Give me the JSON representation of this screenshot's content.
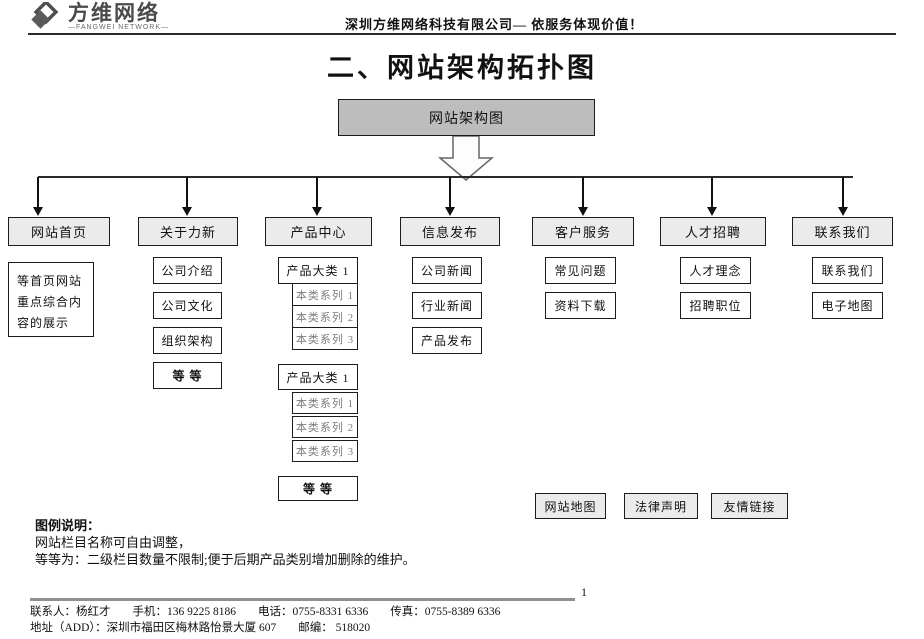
{
  "header": {
    "logo_name": "方维网络",
    "logo_tagline": "—FANGWEI NETWORK—",
    "slogan": "深圳方维网络科技有限公司— 依服务体现价值！"
  },
  "title": "二、网站架构拓扑图",
  "diagram": {
    "root": "网站架构图",
    "level2": {
      "home": "网站首页",
      "about": "关于力新",
      "products": "产品中心",
      "news": "信息发布",
      "service": "客户服务",
      "jobs": "人才招聘",
      "contact": "联系我们"
    },
    "home_note": "等首页网站重点综合内容的展示",
    "about_children": [
      "公司介绍",
      "公司文化",
      "组织架构"
    ],
    "about_etc": "等 等",
    "product_group1": {
      "label": "产品大类 1",
      "children": [
        "本类系列 1",
        "本类系列 2",
        "本类系列 3"
      ]
    },
    "product_group2": {
      "label": "产品大类 1",
      "children": [
        "本类系列 1",
        "本类系列 2",
        "本类系列 3"
      ]
    },
    "product_etc": "等 等",
    "news_children": [
      "公司新闻",
      "行业新闻",
      "产品发布"
    ],
    "service_children": [
      "常见问题",
      "资料下载"
    ],
    "jobs_children": [
      "人才理念",
      "招聘职位"
    ],
    "contact_children": [
      "联系我们",
      "电子地图"
    ],
    "bottom_boxes": [
      "网站地图",
      "法律声明",
      "友情链接"
    ]
  },
  "legend": {
    "heading": "图例说明：",
    "line1": "网站栏目名称可自由调整，",
    "line2": "等等为：二级栏目数量不限制;便于后期产品类别增加删除的维护。"
  },
  "page_number": "1",
  "footer": {
    "contact": "联系人：杨红才",
    "mobile": "手机：136 9225 8186",
    "phone": "电话：0755-8331 6336",
    "fax": "传真：0755-8389 6336",
    "address": "地址（ADD）：深圳市福田区梅林路怡景大厦 607",
    "zip": "邮编：  518020"
  },
  "colors": {
    "root_fill": "#bdbdbd",
    "section_fill": "#ebebeb",
    "muted_text": "#7d7d7d"
  }
}
